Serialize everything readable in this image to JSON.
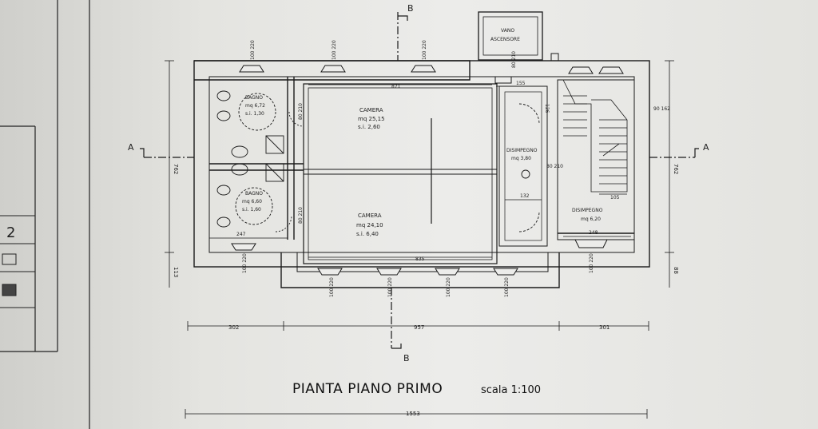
{
  "drawing": {
    "title": "PIANTA PIANO PRIMO",
    "scale_label": "scala 1:100",
    "section_marks": {
      "a_left": "A",
      "a_right": "A",
      "b_top": "B",
      "b_bottom": "B"
    },
    "legend": {
      "number": "2"
    }
  },
  "rooms": {
    "bagno1": {
      "name": "BAGNO",
      "area": "mq 6,72",
      "h": "s.i. 1,30"
    },
    "bagno2": {
      "name": "BAGNO",
      "area": "mq 6,60",
      "h": "s.i. 1,60"
    },
    "camera1": {
      "name": "CAMERA",
      "area": "mq 25,15",
      "h": "s.i. 2,60"
    },
    "camera2": {
      "name": "CAMERA",
      "area": "mq 24,10",
      "h": "s.i. 6,40"
    },
    "disimpegno1": {
      "name": "DISIMPEGNO",
      "area": "mq 3,80"
    },
    "disimpegno2": {
      "name": "DISIMPEGNO",
      "area": "mq 6,20"
    },
    "vano": {
      "line1": "VANO",
      "line2": "ASCENSORE"
    }
  },
  "dimensions": {
    "bottom_left": "302",
    "bottom_mid": "957",
    "bottom_right": "301",
    "overall": "1553",
    "camera1_w": "871",
    "camera2_w": "835",
    "bagno_w": "247",
    "dis1_w": "132",
    "dis2_w": "248",
    "stair_w": "105",
    "top_right": "155",
    "right_h": "762",
    "left_h": "762",
    "left_lower": "113",
    "right_lower": "88",
    "right_upper": "90 162",
    "right_note": "126",
    "dis1_door": "80 210",
    "door_top": "80 210",
    "door_left1": "80 210",
    "door_left2": "80 210",
    "win": "100 220"
  }
}
